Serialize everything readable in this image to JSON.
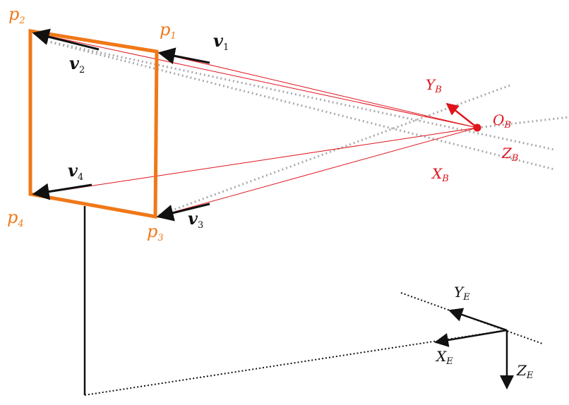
{
  "labels": {
    "p1": {
      "main": "p",
      "sub": "1"
    },
    "p2": {
      "main": "p",
      "sub": "2"
    },
    "p3": {
      "main": "p",
      "sub": "3"
    },
    "p4": {
      "main": "p",
      "sub": "4"
    },
    "v1": {
      "main": "v",
      "sub": "1"
    },
    "v2": {
      "main": "v",
      "sub": "2"
    },
    "v3": {
      "main": "v",
      "sub": "3"
    },
    "v4": {
      "main": "v",
      "sub": "4"
    },
    "YB": {
      "main": "Y",
      "sub": "B"
    },
    "OB": {
      "main": "O",
      "sub": "B"
    },
    "ZB": {
      "main": "Z",
      "sub": "B"
    },
    "XB": {
      "main": "X",
      "sub": "B"
    },
    "YE": {
      "main": "Y",
      "sub": "E"
    },
    "XE": {
      "main": "X",
      "sub": "E"
    },
    "ZE": {
      "main": "Z",
      "sub": "E"
    }
  },
  "colors": {
    "frame": "#f07818",
    "body_frame": "#e0141c",
    "earth_frame": "#111111",
    "sight_line": "#e0141c",
    "dotted": "#aaaaaa"
  }
}
